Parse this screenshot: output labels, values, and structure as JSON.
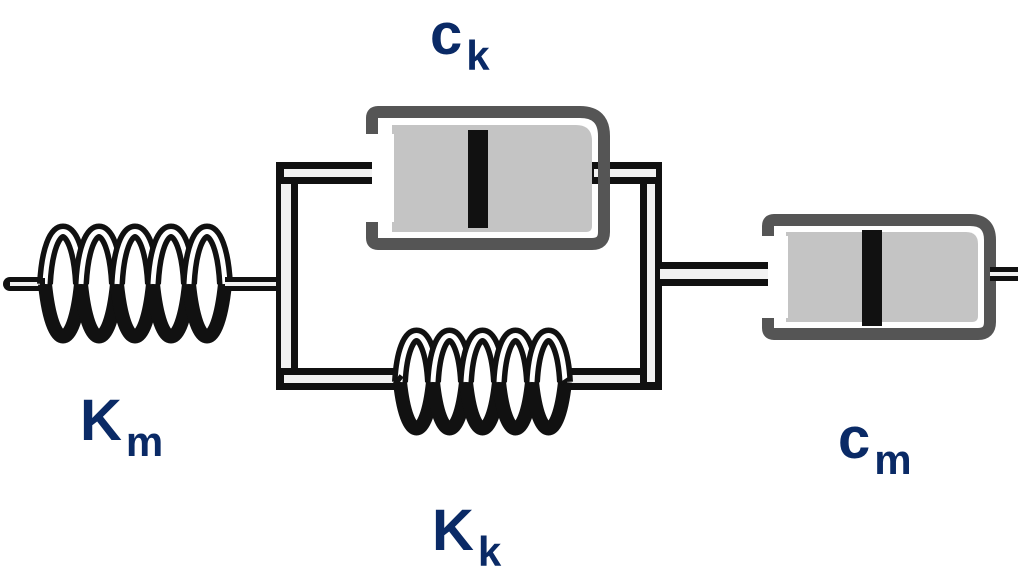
{
  "labels": {
    "ck": {
      "main": "c",
      "sub": "k"
    },
    "km": {
      "main": "K",
      "sub": "m"
    },
    "kk": {
      "main": "K",
      "sub": "k"
    },
    "cm": {
      "main": "c",
      "sub": "m"
    }
  },
  "colors": {
    "label": "#0a2a66",
    "frame": "#111111",
    "housing_fill": "#c4c4c4",
    "housing_edge": "#555555",
    "rod_highlight": "#f2f2f2",
    "coil_highlight": "#ffffff"
  }
}
